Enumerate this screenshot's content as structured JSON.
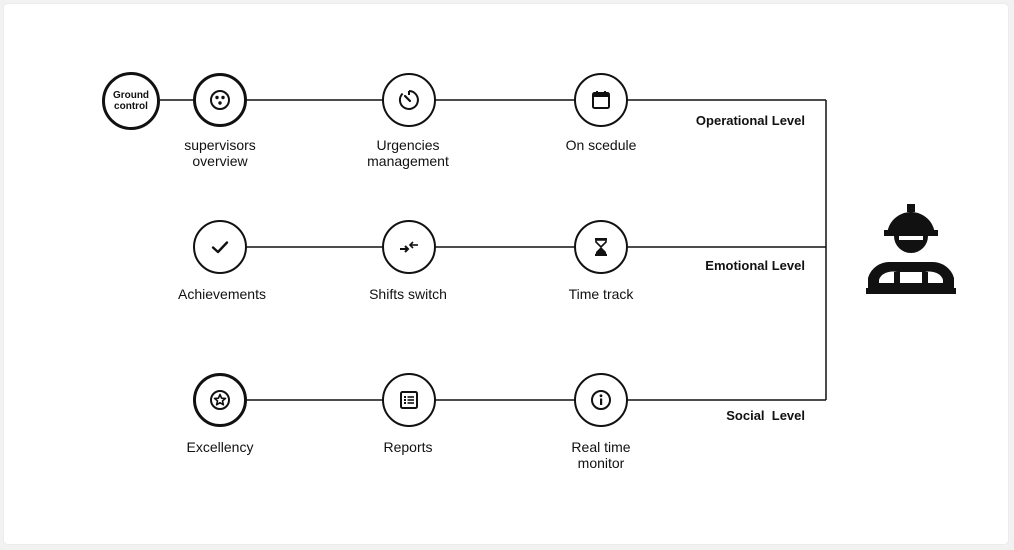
{
  "ground_control": {
    "label": "Ground\ncontrol"
  },
  "rows": [
    {
      "level": "Operational Level",
      "nodes": [
        {
          "label": "supervisors\noverview",
          "icon": "dots-circle-icon"
        },
        {
          "label": "Urgencies\nmanagement",
          "icon": "timer-icon"
        },
        {
          "label": "On scedule",
          "icon": "calendar-icon"
        }
      ]
    },
    {
      "level": "Emotional Level",
      "nodes": [
        {
          "label": "Achievements",
          "icon": "checkmark-icon"
        },
        {
          "label": "Shifts switch",
          "icon": "swap-arrows-icon"
        },
        {
          "label": "Time track",
          "icon": "hourglass-icon"
        }
      ]
    },
    {
      "level": "Social  Level",
      "nodes": [
        {
          "label": "Excellency",
          "icon": "star-circle-icon"
        },
        {
          "label": "Reports",
          "icon": "list-report-icon"
        },
        {
          "label": "Real time\nmonitor",
          "icon": "info-icon"
        }
      ]
    }
  ],
  "worker": {
    "icon": "worker-helmet-icon"
  },
  "colors": {
    "stroke": "#111111",
    "background": "#ffffff",
    "page": "#f2f2f2"
  }
}
